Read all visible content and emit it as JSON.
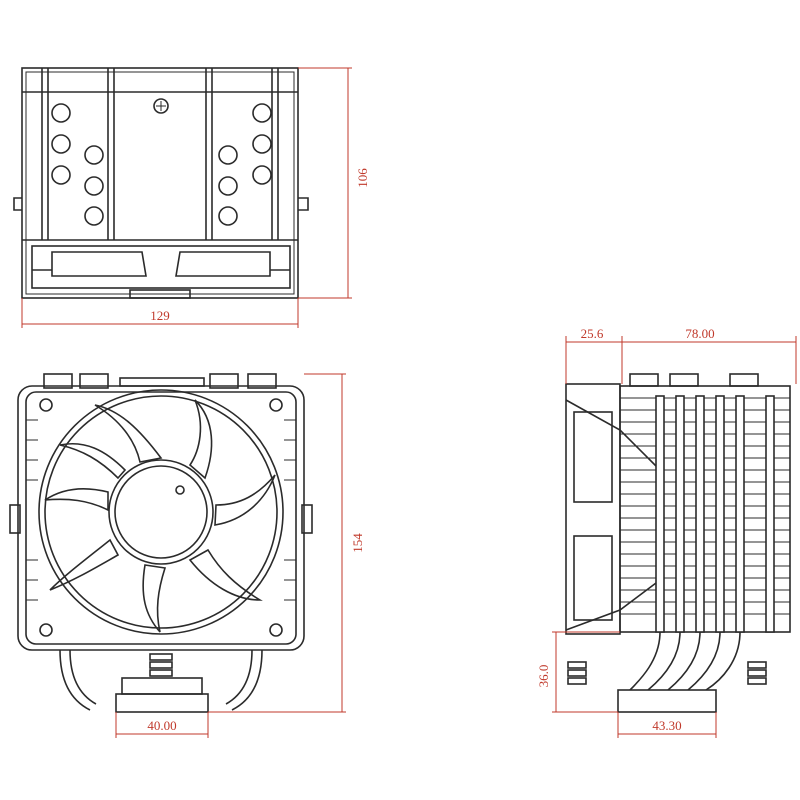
{
  "dimensions": {
    "top_height": "106",
    "top_width": "129",
    "front_height": "154",
    "front_base_width": "40.00",
    "side_fan_depth": "25.6",
    "side_fin_depth": "78.00",
    "side_base_height": "36.0",
    "side_base_width": "43.30"
  },
  "colors": {
    "ink": "#2b2b2b",
    "dimension": "#c0392b",
    "background": "#ffffff"
  },
  "icons": [
    "screw-icon",
    "fan-hub-icon"
  ]
}
